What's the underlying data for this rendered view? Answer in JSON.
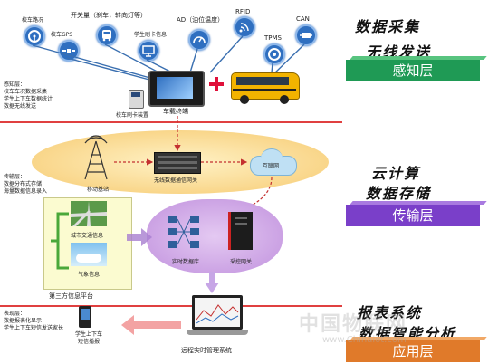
{
  "perception": {
    "icons": [
      {
        "label": "校车路况",
        "icon": "steering-icon"
      },
      {
        "label": "校车GPS",
        "icon": "satellite-icon"
      },
      {
        "label": "开关量（刹车，转向灯等）",
        "icon": "bus-icon"
      },
      {
        "label": "学生刷卡信息",
        "icon": "monitor-icon"
      },
      {
        "label": "AD（油位温度）",
        "icon": "gauge-icon"
      },
      {
        "label": "RFID",
        "icon": "rfid-icon"
      },
      {
        "label": "TPMS",
        "icon": "tire-icon"
      },
      {
        "label": "CAN",
        "icon": "can-bus-icon"
      }
    ],
    "side_note": [
      "感知层：",
      "校车车况数据采集",
      "学生上下车数据统计",
      "数据无线发送"
    ],
    "card_device_label": "校车刷卡装置",
    "terminal_label": "车载终端"
  },
  "transport": {
    "side_note": [
      "传输层：",
      "数据分布式存储",
      "海量数据信息录入"
    ],
    "base_station_label": "移动基站",
    "gateway_label": "无线数据通信网关",
    "internet_label": "互联网"
  },
  "cloud": {
    "traffic_label": "城市交通信息",
    "weather_label": "气象信息",
    "third_party_label": "第三方信息平台",
    "realtime_db_label": "实时数据库",
    "control_gateway_label": "采控网关"
  },
  "application": {
    "side_note": [
      "表现层：",
      "数据报表化显示",
      "学生上下车短信发送家长"
    ],
    "phone_label": [
      "学生上下车",
      "短信播报"
    ],
    "laptop_label": "远程实时管理系统"
  },
  "layers": [
    {
      "heading": [
        "数据采集",
        "无线发送"
      ],
      "box": "感知层",
      "color": "#1f9a55"
    },
    {
      "heading": [
        "云计算",
        "数据存储"
      ],
      "box": "传输层",
      "color": "#7a3fc9"
    },
    {
      "heading": [
        "报表系统",
        "数据智能分析"
      ],
      "box": "应用层",
      "color": "#e07a2a"
    }
  ],
  "watermark": {
    "text": "中国物联网",
    "sub": "www.Chinaiot.com"
  }
}
